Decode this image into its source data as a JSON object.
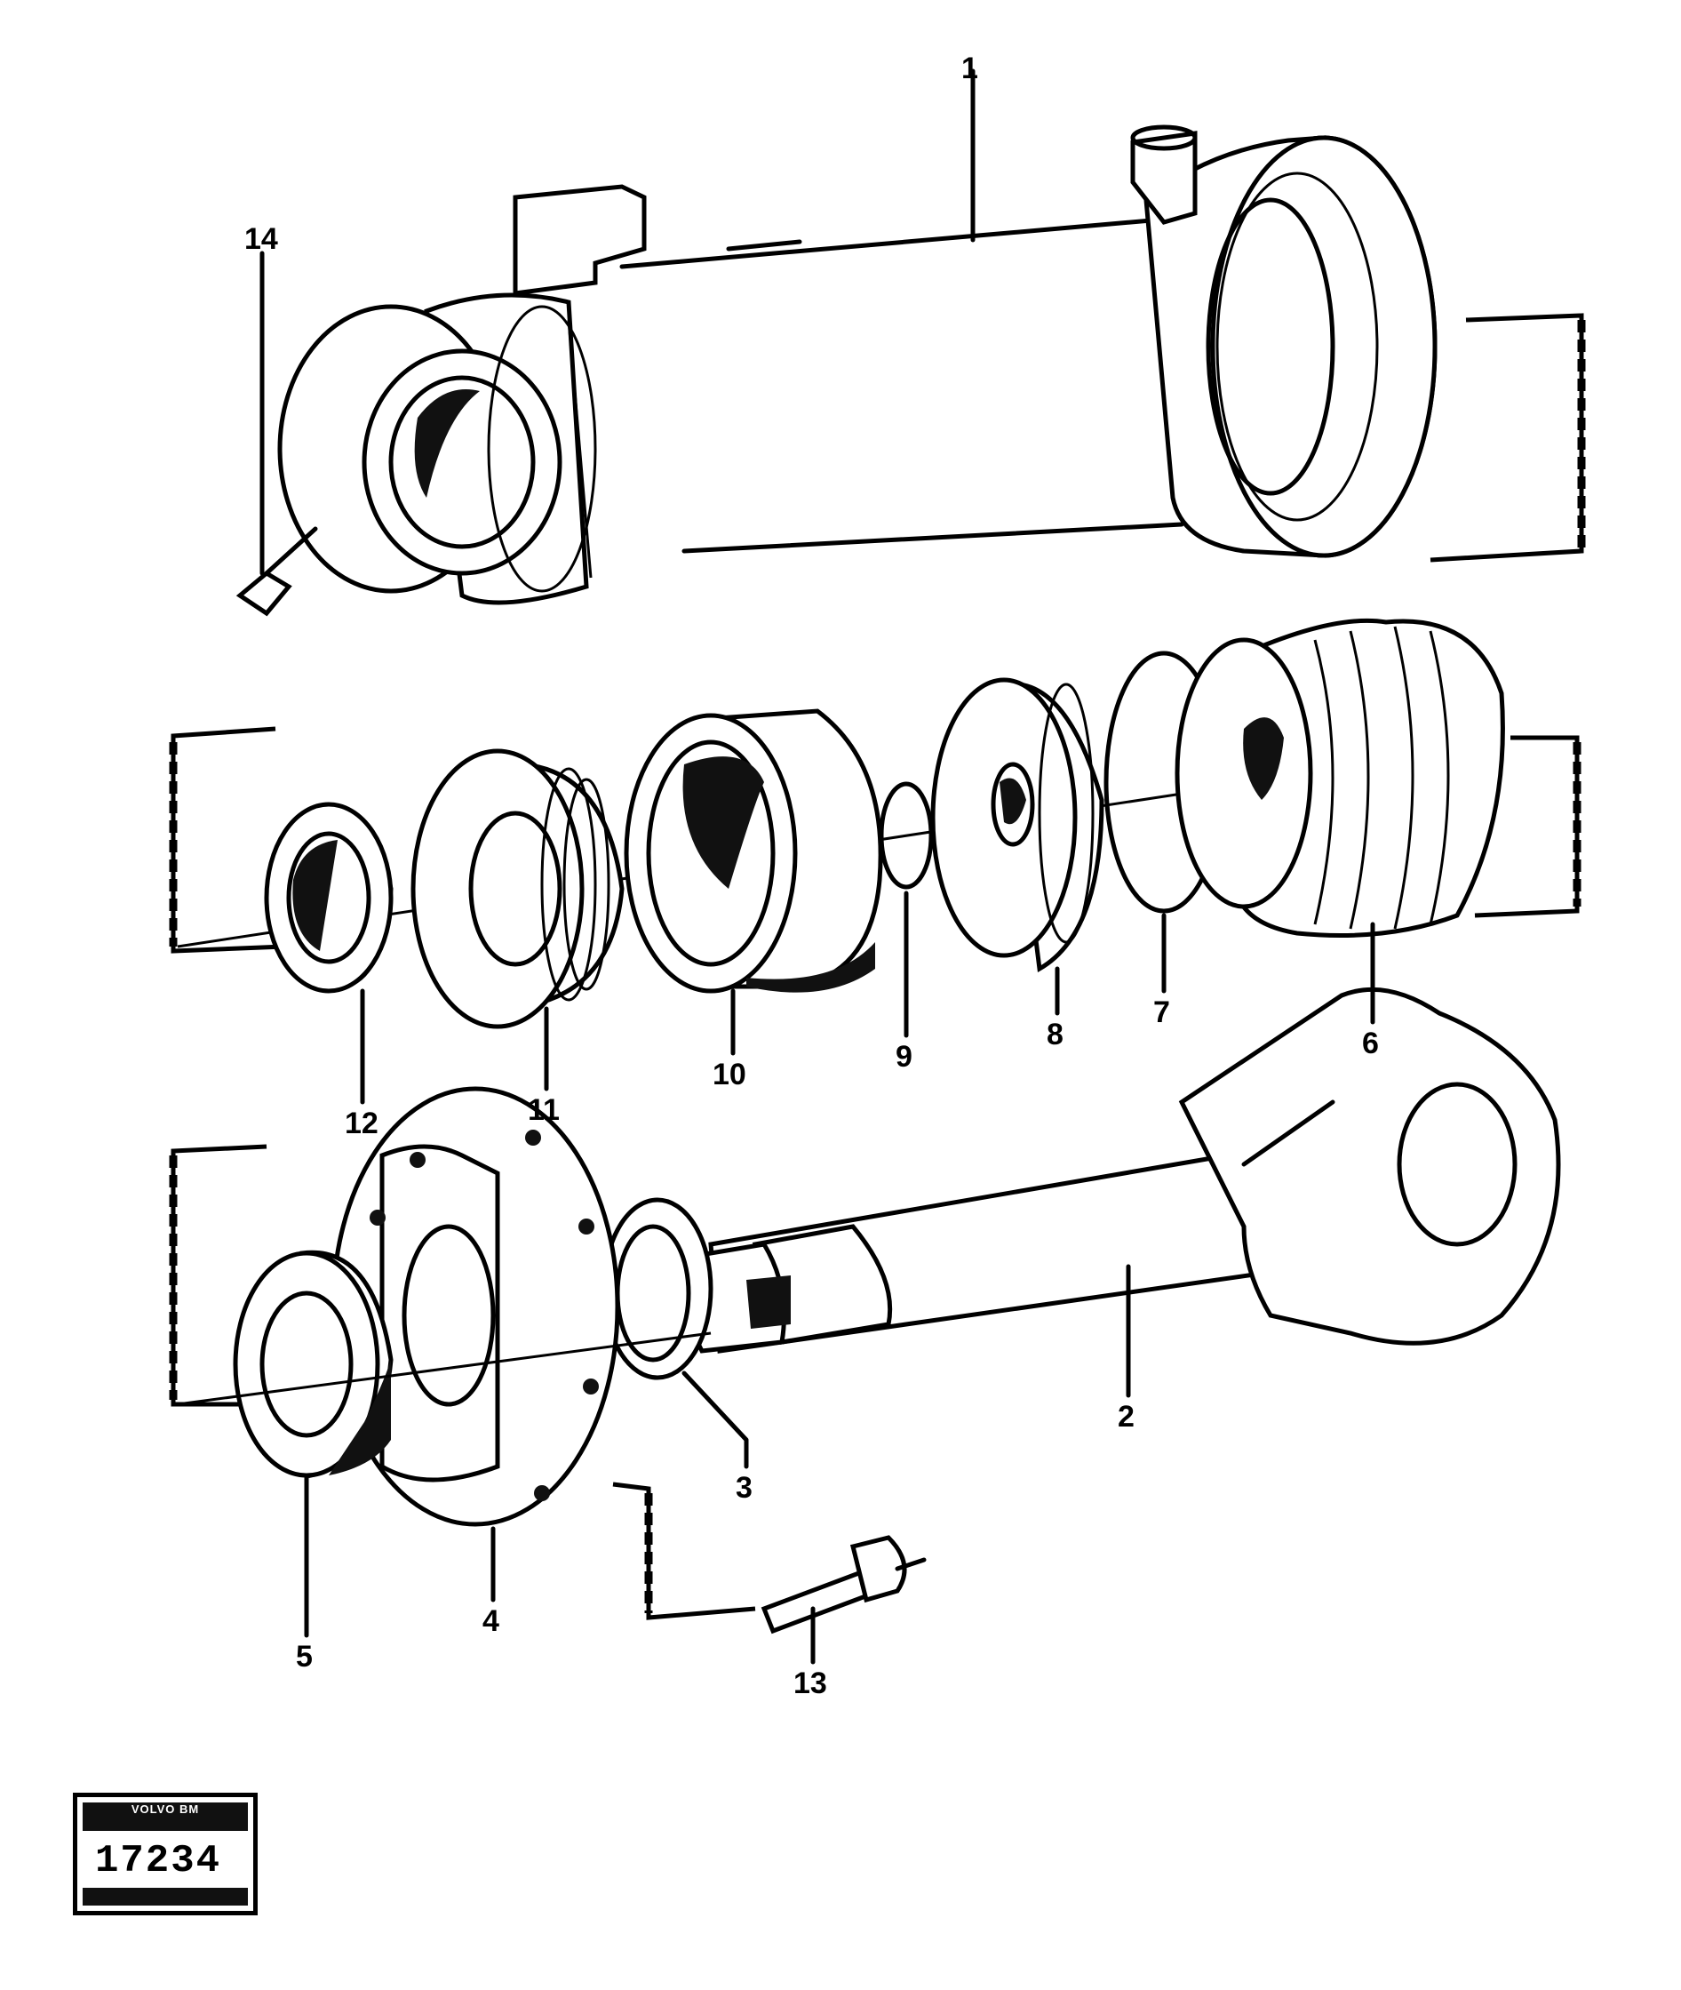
{
  "callouts": [
    {
      "id": "1",
      "label": "1"
    },
    {
      "id": "2",
      "label": "2"
    },
    {
      "id": "3",
      "label": "3"
    },
    {
      "id": "4",
      "label": "4"
    },
    {
      "id": "5",
      "label": "5"
    },
    {
      "id": "6",
      "label": "6"
    },
    {
      "id": "7",
      "label": "7"
    },
    {
      "id": "8",
      "label": "8"
    },
    {
      "id": "9",
      "label": "9"
    },
    {
      "id": "10",
      "label": "10"
    },
    {
      "id": "11",
      "label": "11"
    },
    {
      "id": "12",
      "label": "12"
    },
    {
      "id": "13",
      "label": "13"
    },
    {
      "id": "14",
      "label": "14"
    }
  ],
  "stamp": {
    "header": "VOLVO BM",
    "number": "17234"
  }
}
